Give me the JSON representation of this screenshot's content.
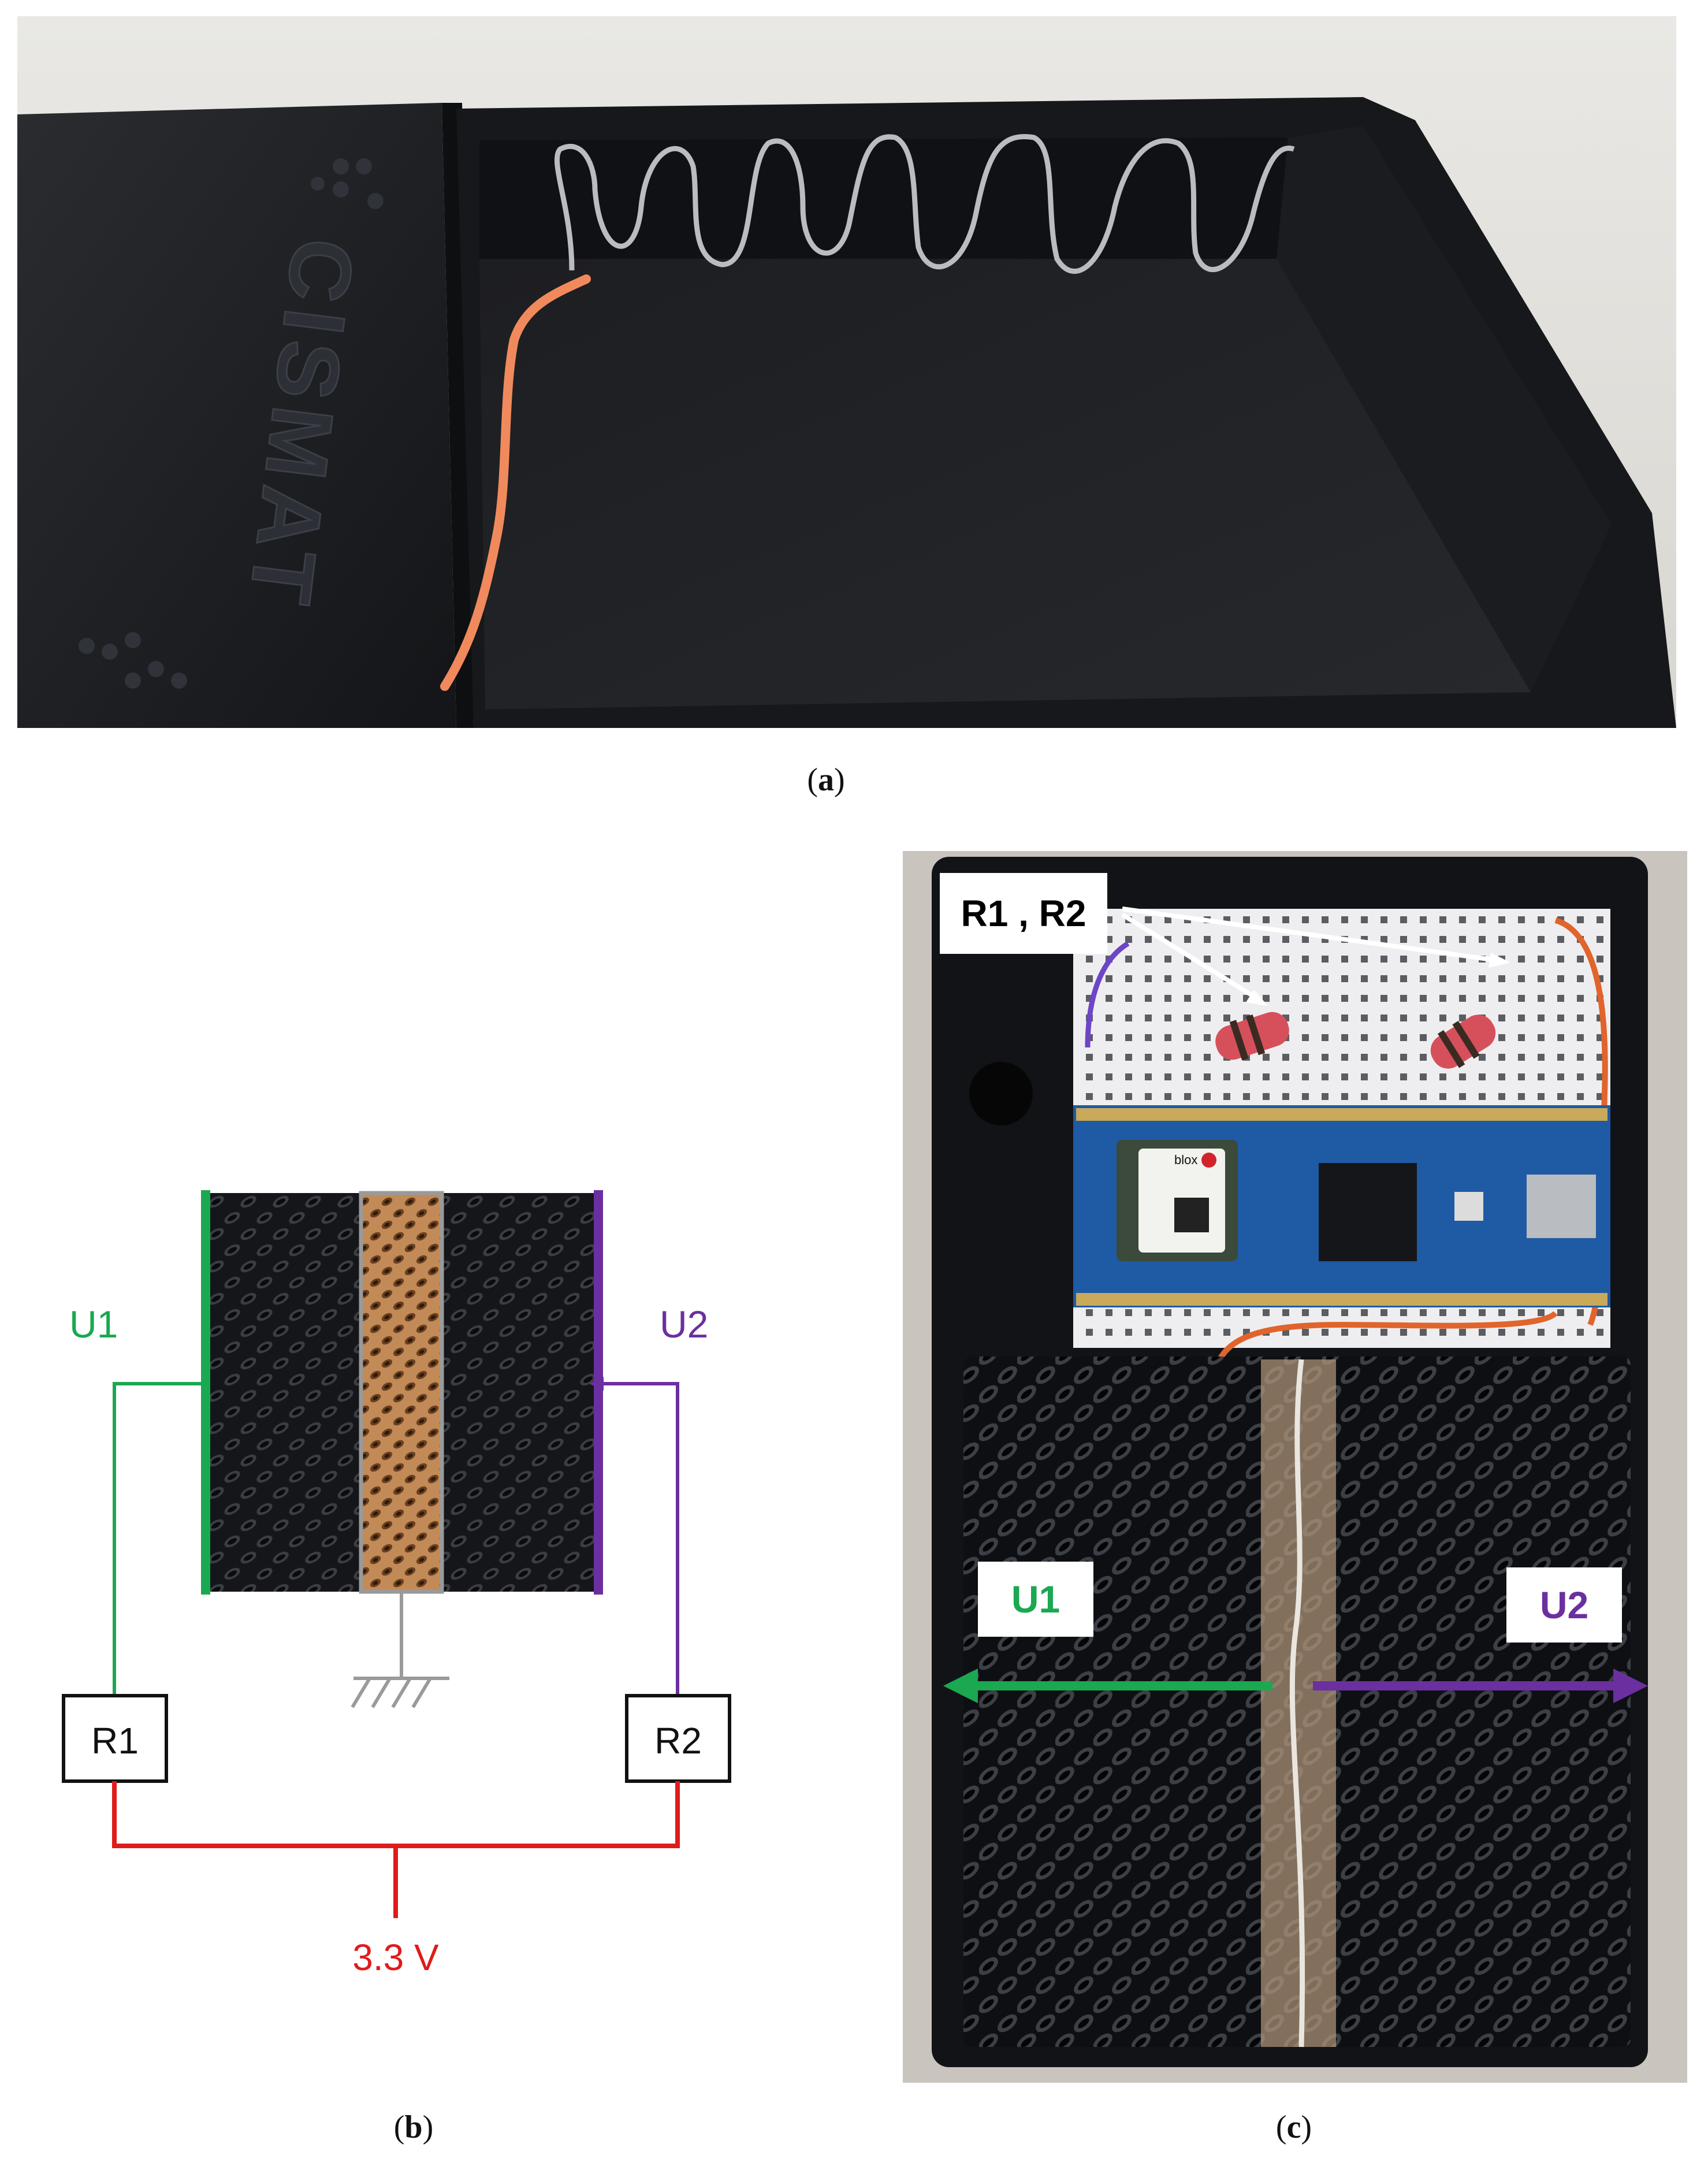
{
  "captions": {
    "a": "a",
    "b": "b",
    "c": "c"
  },
  "panel_a": {
    "embossed_text": "CISMAT"
  },
  "panel_b": {
    "label_u1": "U1",
    "label_u2": "U2",
    "label_r1": "R1",
    "label_r2": "R2",
    "label_voltage": "3.3 V",
    "colors": {
      "u1": "#1aa851",
      "u2": "#6b2fa0",
      "supply": "#e01b1b",
      "ground": "#9a9a9a"
    }
  },
  "panel_c": {
    "label_resistors": "R1 , R2",
    "label_u1": "U1",
    "label_u2": "U2",
    "chip_text": "blox",
    "colors": {
      "u1": "#1aa851",
      "u2": "#6b2fa0"
    }
  }
}
